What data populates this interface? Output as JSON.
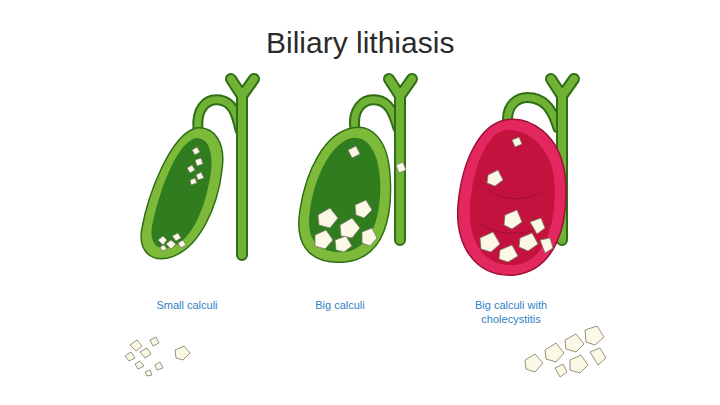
{
  "diagram": {
    "title": "Biliary lithiasis",
    "labels": [
      "Small calculi",
      "Big calculi",
      "Big calculi with cholecystitis"
    ]
  }
}
